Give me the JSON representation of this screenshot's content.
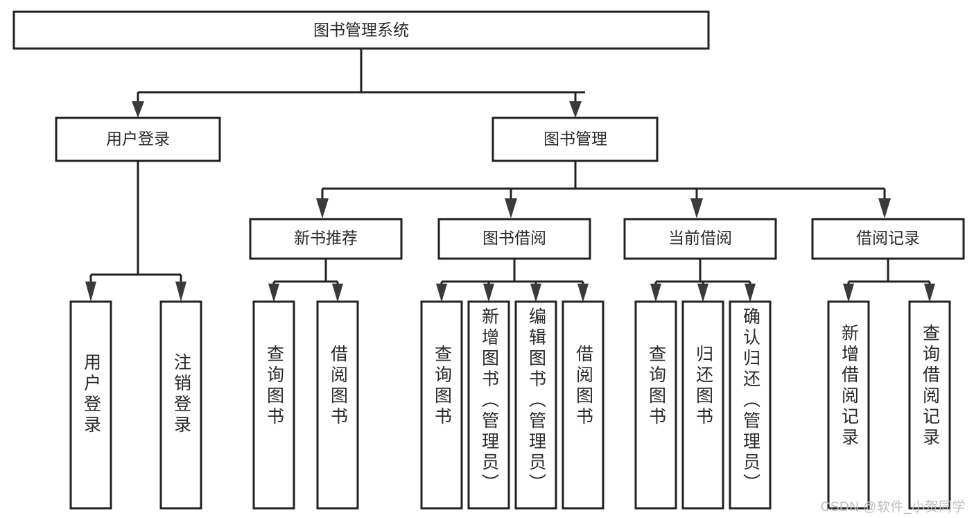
{
  "diagram": {
    "title": "图书管理系统",
    "type": "tree",
    "levels": 4,
    "root": {
      "id": "root",
      "label": "图书管理系统",
      "orientation": "horizontal"
    },
    "level2": [
      {
        "id": "user-login",
        "label": "用户登录",
        "orientation": "horizontal"
      },
      {
        "id": "book-manage",
        "label": "图书管理",
        "orientation": "horizontal"
      }
    ],
    "level3": [
      {
        "id": "new-book-rec",
        "label": "新书推荐",
        "orientation": "horizontal",
        "parent": "book-manage"
      },
      {
        "id": "book-borrow",
        "label": "图书借阅",
        "orientation": "horizontal",
        "parent": "book-manage"
      },
      {
        "id": "current-borrow",
        "label": "当前借阅",
        "orientation": "horizontal",
        "parent": "book-manage"
      },
      {
        "id": "borrow-record",
        "label": "借阅记录",
        "orientation": "horizontal",
        "parent": "book-manage"
      }
    ],
    "leaves": [
      {
        "id": "leaf-user-login",
        "label": "用户登录",
        "parent": "user-login",
        "orientation": "vertical"
      },
      {
        "id": "leaf-user-logout",
        "label": "注销登录",
        "parent": "user-login",
        "orientation": "vertical"
      },
      {
        "id": "leaf-query-book-1",
        "label": "查询图书",
        "parent": "new-book-rec",
        "orientation": "vertical"
      },
      {
        "id": "leaf-borrow-book-1",
        "label": "借阅图书",
        "parent": "new-book-rec",
        "orientation": "vertical"
      },
      {
        "id": "leaf-query-book-2",
        "label": "查询图书",
        "parent": "book-borrow",
        "orientation": "vertical"
      },
      {
        "id": "leaf-add-book",
        "label": "新增图书（管理员）",
        "parent": "book-borrow",
        "orientation": "vertical"
      },
      {
        "id": "leaf-edit-book",
        "label": "编辑图书（管理员）",
        "parent": "book-borrow",
        "orientation": "vertical"
      },
      {
        "id": "leaf-borrow-book-2",
        "label": "借阅图书",
        "parent": "book-borrow",
        "orientation": "vertical"
      },
      {
        "id": "leaf-query-book-3",
        "label": "查询图书",
        "parent": "current-borrow",
        "orientation": "vertical"
      },
      {
        "id": "leaf-return-book",
        "label": "归还图书",
        "parent": "current-borrow",
        "orientation": "vertical"
      },
      {
        "id": "leaf-confirm-return",
        "label": "确认归还（管理员）",
        "parent": "current-borrow",
        "orientation": "vertical"
      },
      {
        "id": "leaf-add-record",
        "label": "新增借阅记录",
        "parent": "borrow-record",
        "orientation": "vertical"
      },
      {
        "id": "leaf-query-record",
        "label": "查询借阅记录",
        "parent": "borrow-record",
        "orientation": "vertical"
      }
    ]
  },
  "watermark": {
    "text": "CSDN @软件_小贺同学"
  },
  "colors": {
    "box_stroke": "#23211f",
    "box_fill": "#ffffff",
    "text": "#2a2926",
    "connector": "#23211f",
    "arrow": "#3b3a38",
    "watermark": "#bdbdbd",
    "background": "#ffffff"
  }
}
